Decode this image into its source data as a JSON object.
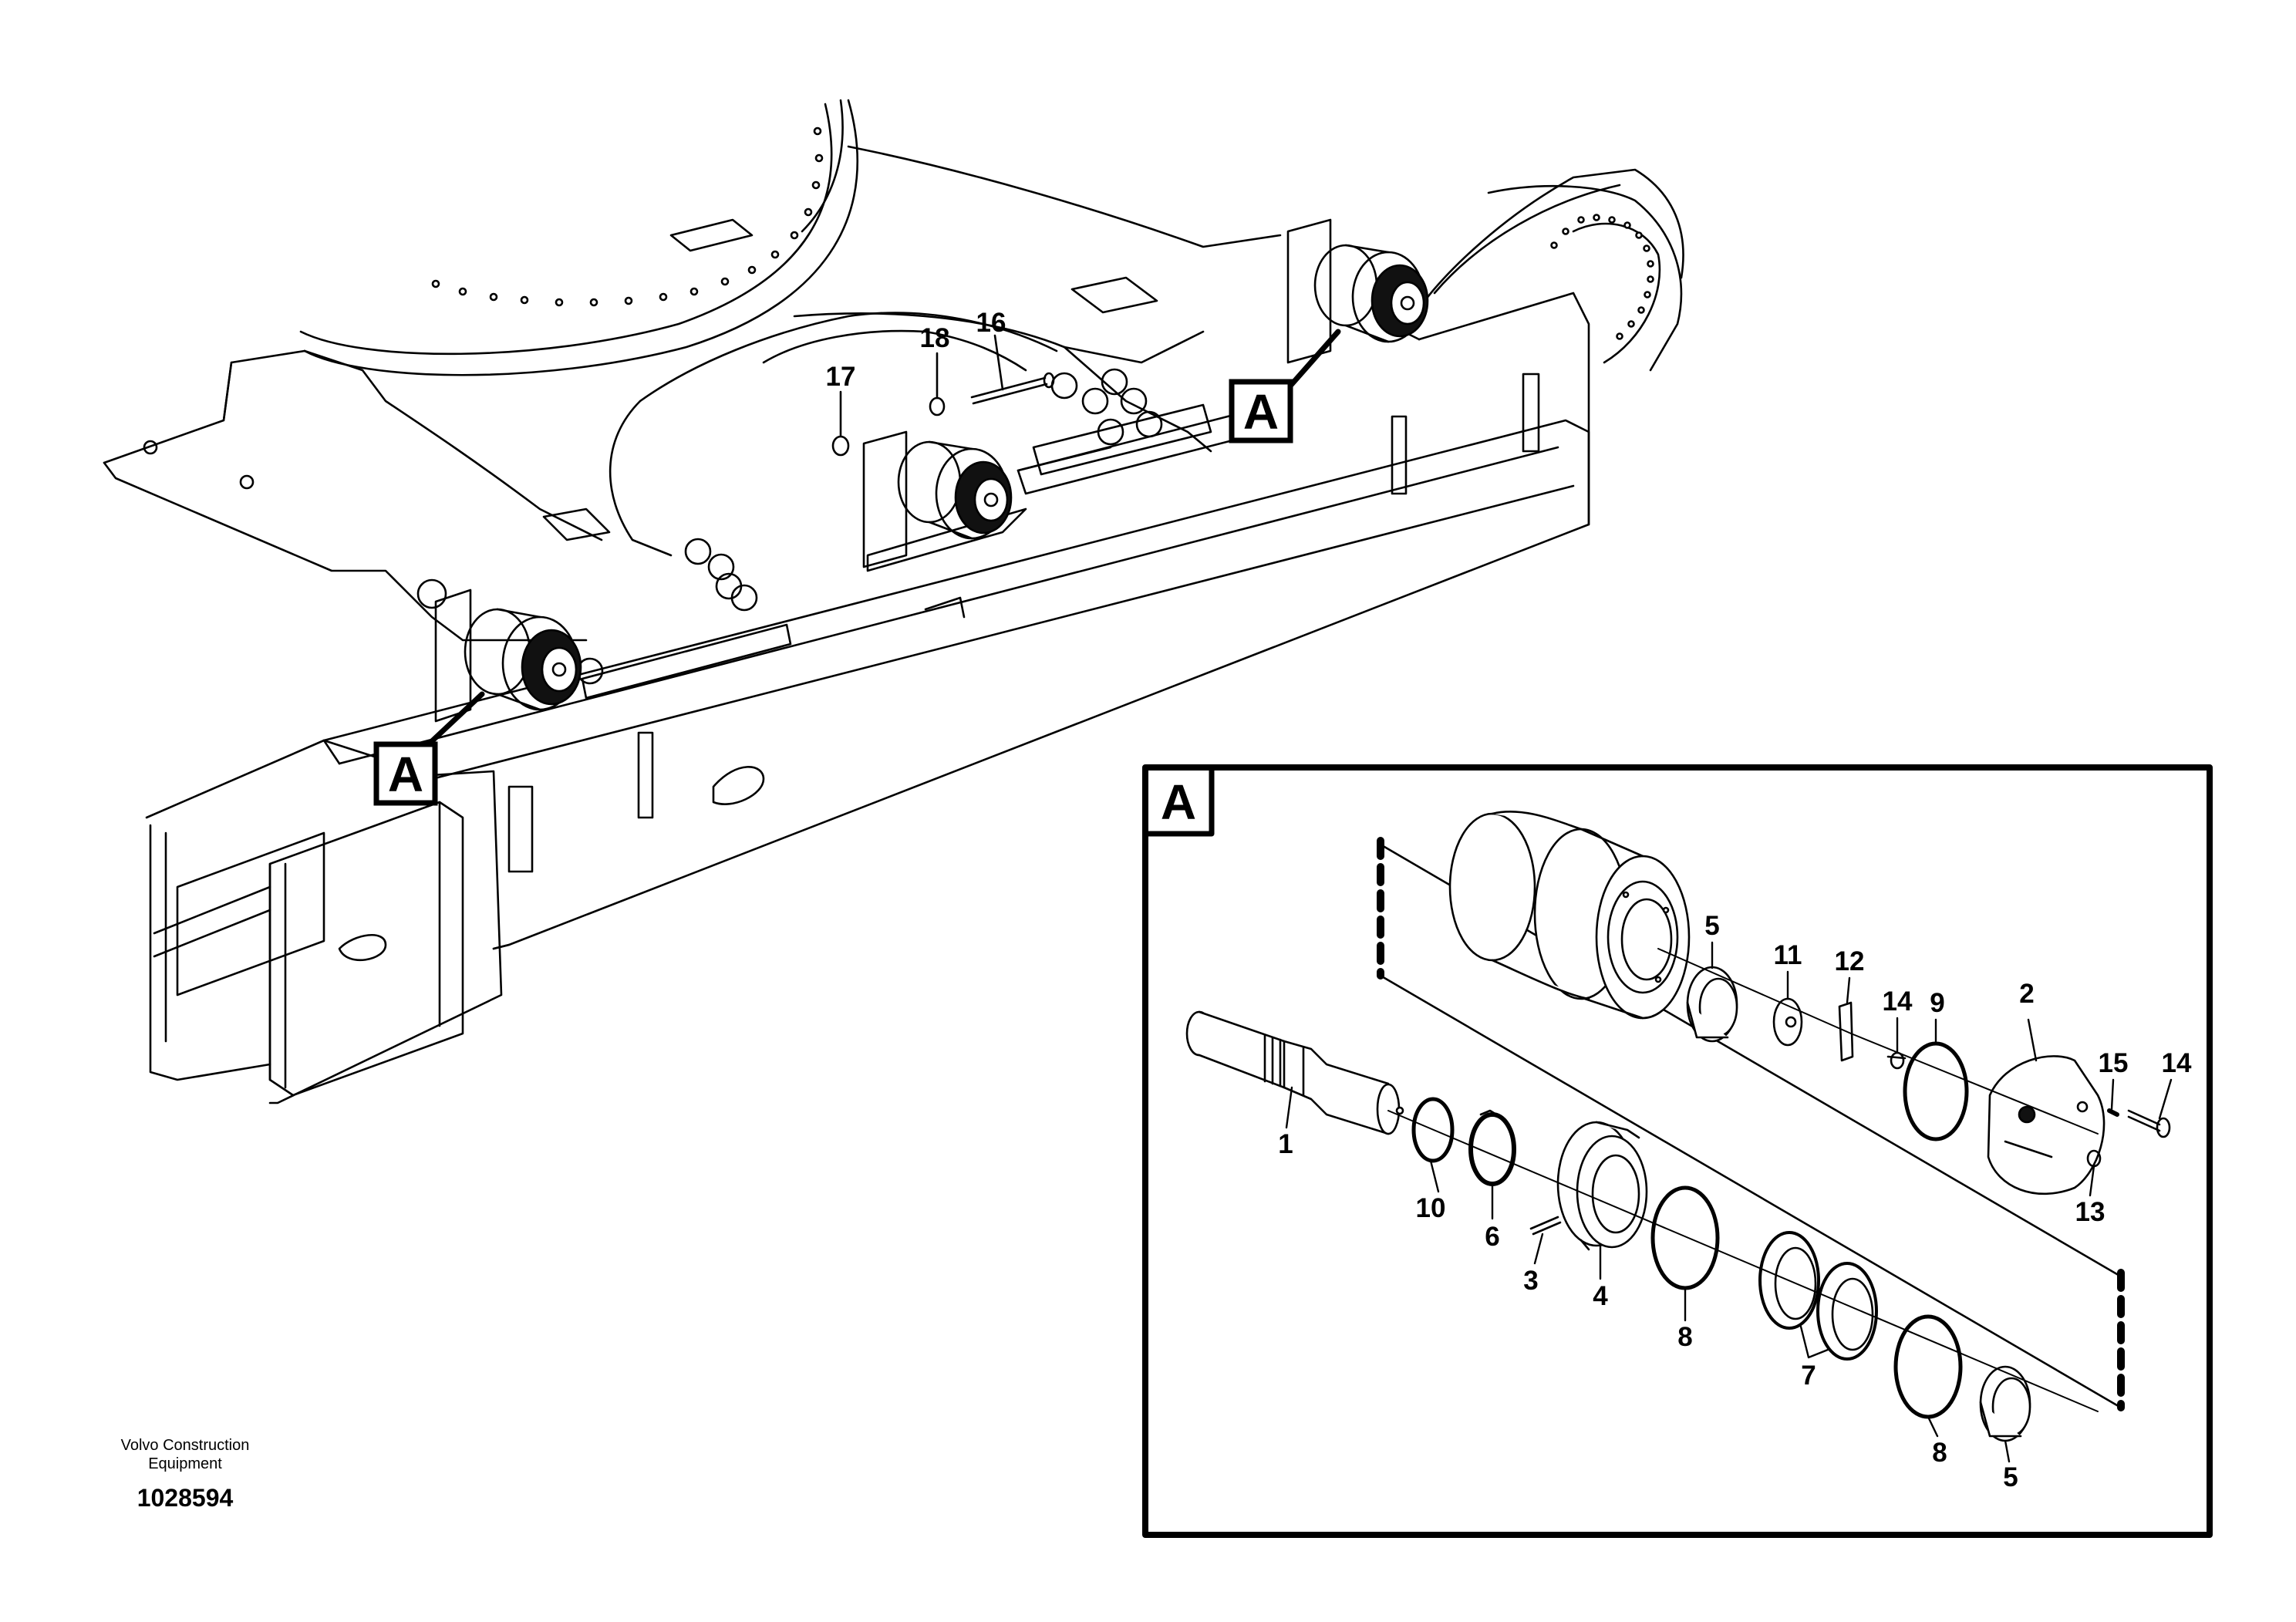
{
  "view_marker": "A",
  "detail_view": {
    "label": "A"
  },
  "callouts_overview": [
    "16",
    "17",
    "18"
  ],
  "callouts_detail": [
    "1",
    "2",
    "3",
    "4",
    "5",
    "5",
    "6",
    "7",
    "8",
    "8",
    "9",
    "10",
    "11",
    "12",
    "13",
    "14",
    "14",
    "15"
  ],
  "footer": {
    "company_line1": "Volvo Construction",
    "company_line2": "Equipment",
    "drawing_number": "1028594"
  }
}
